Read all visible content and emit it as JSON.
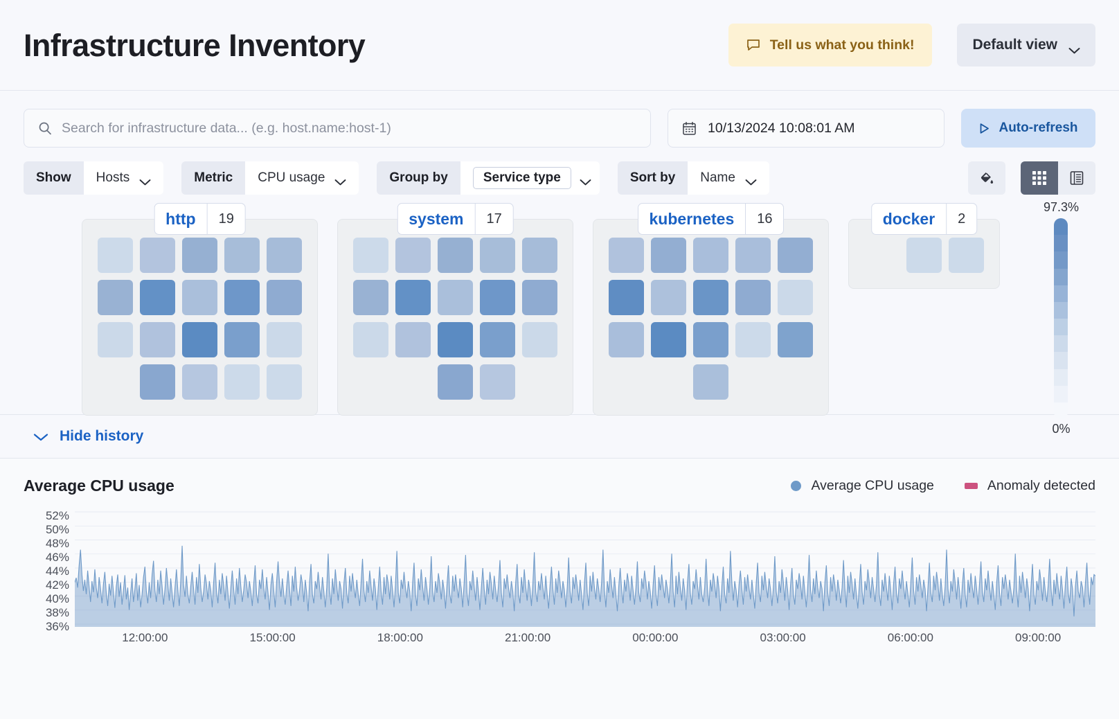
{
  "header": {
    "title": "Infrastructure Inventory",
    "feedback_label": "Tell us what you think!",
    "feedback_icon": "chat-bubble-icon",
    "view_label": "Default view",
    "view_chevron_icon": "chevron-down-icon"
  },
  "search": {
    "icon": "search-icon",
    "placeholder": "Search for infrastructure data... (e.g. host.name:host-1)",
    "value": ""
  },
  "date_picker": {
    "icon": "calendar-icon",
    "value": "10/13/2024 10:08:01 AM"
  },
  "auto_refresh": {
    "label": "Auto-refresh",
    "icon": "play-icon"
  },
  "filters": [
    {
      "label": "Show",
      "value": "Hosts",
      "active": false,
      "icon": "chevron-down-icon"
    },
    {
      "label": "Metric",
      "value": "CPU usage",
      "active": false,
      "icon": "chevron-down-icon"
    },
    {
      "label": "Group by",
      "value": "Service type",
      "active": true,
      "icon": "chevron-down-icon"
    },
    {
      "label": "Sort by",
      "value": "Name",
      "active": false,
      "icon": "chevron-down-icon"
    }
  ],
  "view_controls": {
    "palette_icon": "paint-bucket-icon",
    "grid_icon": "grid-view-icon",
    "table_icon": "table-view-icon",
    "active_view": "grid"
  },
  "legend_scale": {
    "max": "97.3%",
    "min": "0%",
    "colors": [
      "#5e8ac0",
      "#6990c3",
      "#7499c8",
      "#84a5ce",
      "#97b3d7",
      "#aac1de",
      "#bccfe5",
      "#ccdaeb",
      "#d9e3f0",
      "#e5ecf5",
      "#eef2f9",
      "#f6f8fc"
    ]
  },
  "groups": [
    {
      "name": "http",
      "count": "19",
      "rows": [
        {
          "offset": 0,
          "colors": [
            "#ccdaea",
            "#b3c4de",
            "#96b0d2",
            "#a7bdd9",
            "#a6bcd9"
          ]
        },
        {
          "offset": 0,
          "colors": [
            "#99b2d3",
            "#6391c6",
            "#aabfdb",
            "#6e97c9",
            "#8fabd1"
          ]
        },
        {
          "offset": 0,
          "colors": [
            "#cbd9e9",
            "#b0c2dd",
            "#5b8bc2",
            "#7a9fcc",
            "#cbd9e9"
          ]
        },
        {
          "offset": 1,
          "colors": [
            "#89a7cf",
            "#b6c7e0",
            "#ccdaea",
            "#ccdaea"
          ]
        }
      ]
    },
    {
      "name": "system",
      "count": "17",
      "rows": [
        {
          "offset": 0,
          "colors": [
            "#ccdaea",
            "#b3c4de",
            "#96b0d2",
            "#a7bdd9",
            "#a6bcd9"
          ]
        },
        {
          "offset": 0,
          "colors": [
            "#99b2d3",
            "#6391c6",
            "#aabfdb",
            "#6e97c9",
            "#8fabd1"
          ]
        },
        {
          "offset": 0,
          "colors": [
            "#cbd9e9",
            "#b0c2dd",
            "#5b8bc2",
            "#7a9fcc",
            "#cbd9e9"
          ]
        },
        {
          "offset": 2,
          "colors": [
            "#89a7cf",
            "#b6c7e0"
          ]
        }
      ]
    },
    {
      "name": "kubernetes",
      "count": "16",
      "rows": [
        {
          "offset": 0,
          "colors": [
            "#b0c2dd",
            "#93aed2",
            "#a9bedb",
            "#a9bedb",
            "#93aed2"
          ]
        },
        {
          "offset": 0,
          "colors": [
            "#5f8dc3",
            "#adc1dc",
            "#6a95c7",
            "#8fabd1",
            "#cbd9e9"
          ]
        },
        {
          "offset": 0,
          "colors": [
            "#a9bedb",
            "#5b8bc2",
            "#7a9fcc",
            "#ccdaea",
            "#7fa3cd"
          ]
        },
        {
          "offset": 2,
          "colors": [
            "#aabfdb"
          ]
        }
      ]
    },
    {
      "name": "docker",
      "count": "2",
      "rows": [
        {
          "offset": 1,
          "colors": [
            "#ccdaea",
            "#ccdaea"
          ]
        }
      ]
    }
  ],
  "history_toggle": {
    "label": "Hide history",
    "icon": "chevron-down-icon"
  },
  "chart_data": {
    "type": "area",
    "title": "Average CPU usage",
    "xlabel": "",
    "ylabel": "",
    "grid": true,
    "legend_position": "top-right",
    "legend": [
      {
        "name": "Average CPU usage",
        "color": "#6f9ac8",
        "marker": "dot"
      },
      {
        "name": "Anomaly detected",
        "color": "#cc527f",
        "marker": "square"
      }
    ],
    "ytick_labels": [
      "52%",
      "50%",
      "48%",
      "46%",
      "44%",
      "42%",
      "40%",
      "38%",
      "36%"
    ],
    "ylim": [
      35,
      53
    ],
    "xtick_labels": [
      "12:00:00",
      "15:00:00",
      "18:00:00",
      "21:00:00",
      "00:00:00",
      "03:00:00",
      "06:00:00",
      "09:00:00"
    ],
    "series": [
      {
        "name": "Average CPU usage",
        "color": "#6f9ac8",
        "values": [
          41.8,
          42.5,
          41.0,
          44.3,
          46.8,
          43.0,
          40.5,
          42.2,
          40.0,
          43.6,
          41.2,
          38.8,
          42.0,
          40.3,
          43.8,
          41.0,
          39.4,
          42.6,
          40.8,
          38.6,
          41.5,
          43.4,
          40.2,
          38.2,
          41.6,
          39.8,
          42.8,
          40.4,
          37.9,
          41.2,
          43.0,
          39.6,
          41.8,
          38.4,
          40.6,
          42.9,
          39.2,
          41.0,
          37.6,
          40.2,
          42.4,
          38.8,
          40.8,
          43.2,
          39.0,
          41.4,
          38.0,
          40.0,
          42.6,
          44.2,
          40.4,
          38.6,
          41.8,
          39.4,
          43.0,
          45.1,
          40.6,
          38.8,
          42.2,
          40.0,
          43.6,
          41.2,
          38.4,
          40.8,
          44.0,
          41.6,
          39.0,
          42.4,
          40.2,
          38.0,
          41.0,
          43.8,
          40.6,
          38.2,
          42.0,
          47.4,
          41.4,
          39.6,
          42.8,
          40.0,
          38.6,
          41.2,
          43.4,
          40.8,
          38.4,
          42.6,
          40.2,
          44.6,
          41.0,
          38.8,
          40.4,
          43.0,
          41.6,
          39.2,
          42.0,
          40.6,
          38.0,
          41.8,
          44.8,
          40.4,
          38.6,
          42.2,
          40.0,
          43.2,
          41.4,
          39.0,
          42.8,
          40.2,
          37.8,
          41.0,
          43.6,
          40.8,
          38.4,
          42.4,
          40.0,
          44.0,
          41.2,
          38.8,
          40.6,
          43.0,
          41.8,
          39.4,
          42.0,
          40.4,
          38.2,
          41.6,
          44.4,
          40.0,
          38.6,
          42.2,
          40.8,
          43.8,
          41.0,
          39.2,
          42.6,
          40.2,
          37.6,
          41.4,
          43.2,
          40.6,
          38.0,
          42.0,
          45.0,
          41.8,
          39.6,
          42.4,
          40.0,
          38.4,
          41.2,
          43.6,
          40.8,
          38.2,
          42.8,
          40.4,
          44.2,
          41.0,
          39.0,
          40.6,
          43.0,
          41.6,
          38.8,
          42.2,
          40.2,
          37.4,
          41.8,
          44.6,
          40.0,
          38.6,
          42.0,
          40.8,
          43.4,
          41.2,
          39.2,
          42.6,
          40.4,
          38.0,
          41.0,
          46.2,
          40.6,
          38.4,
          42.4,
          40.0,
          43.8,
          41.4,
          39.0,
          42.0,
          40.8,
          37.8,
          41.6,
          44.0,
          40.2,
          38.6,
          42.8,
          40.4,
          43.2,
          41.0,
          39.4,
          42.2,
          40.0,
          38.2,
          41.8,
          45.4,
          40.6,
          38.8,
          42.0,
          40.2,
          43.6,
          41.2,
          39.0,
          42.4,
          40.8,
          37.6,
          41.0,
          44.2,
          40.4,
          38.4,
          42.6,
          40.0,
          43.0,
          41.6,
          39.2,
          42.8,
          40.6,
          38.0,
          41.4,
          46.6,
          40.2,
          38.6,
          42.2,
          40.8,
          43.4,
          41.0,
          39.4,
          42.0,
          40.4,
          37.4,
          41.8,
          44.8,
          40.0,
          38.2,
          42.4,
          40.6,
          43.8,
          41.2,
          39.0,
          42.6,
          40.8,
          38.4,
          41.0,
          45.8,
          40.4,
          38.8,
          42.0,
          40.2,
          43.2,
          41.6,
          39.2,
          42.2,
          40.6,
          37.8,
          41.4,
          44.4,
          40.0,
          38.6,
          42.8,
          40.4,
          43.0,
          41.0,
          39.4,
          42.4,
          40.8,
          38.0,
          41.8,
          46.0,
          40.2,
          38.2,
          42.0,
          40.6,
          43.6,
          41.2,
          39.0,
          42.6,
          40.4,
          37.6,
          41.0,
          44.0,
          40.8,
          38.4,
          42.2,
          40.0,
          43.4,
          41.6,
          39.2,
          42.8,
          40.6,
          38.8,
          41.4,
          45.2,
          40.2,
          38.0,
          42.4,
          40.8,
          43.0,
          41.0,
          39.4,
          42.0,
          40.4,
          37.4,
          41.8,
          44.6,
          40.0,
          38.6,
          42.6,
          40.2,
          43.8,
          41.2,
          39.0,
          42.2,
          40.8,
          38.2,
          41.6,
          46.4,
          40.4,
          38.8,
          42.0,
          40.6,
          43.2,
          41.0,
          39.2,
          42.8,
          40.0,
          37.8,
          41.4,
          44.2,
          40.8,
          38.4,
          42.4,
          40.2,
          43.6,
          41.8,
          39.4,
          42.0,
          40.6,
          38.0,
          41.0,
          45.6,
          40.4,
          38.6,
          42.6,
          40.8,
          43.0,
          41.2,
          39.0,
          42.2,
          40.0,
          37.6,
          41.6,
          44.8,
          40.2,
          38.2,
          42.8,
          40.4,
          43.4,
          41.0,
          39.2,
          42.4,
          40.8,
          38.8,
          41.8,
          46.8,
          40.6,
          38.0,
          42.0,
          40.2,
          43.8,
          41.4,
          39.4,
          42.6,
          40.0,
          37.4,
          41.2,
          44.0,
          40.8,
          38.6,
          42.2,
          40.4,
          43.2,
          41.6,
          39.0,
          42.8,
          40.6,
          38.4,
          41.0,
          45.0,
          40.2,
          38.8,
          42.4,
          40.8,
          43.6,
          41.8,
          39.2,
          42.0,
          40.4,
          37.8,
          41.4,
          44.4,
          40.0,
          38.2,
          42.6,
          40.6,
          43.0,
          41.2,
          39.4,
          42.2,
          40.8,
          38.6,
          41.6,
          46.2,
          40.4,
          38.0,
          42.8,
          40.0,
          43.4,
          41.0,
          39.0,
          42.4,
          40.6,
          37.6,
          41.8,
          44.6,
          40.2,
          38.4,
          42.0,
          40.8,
          43.8,
          41.4,
          39.2,
          42.6,
          40.0,
          38.8,
          41.0,
          45.4,
          40.6,
          38.2,
          42.2,
          40.4,
          43.2,
          41.6,
          39.4,
          42.8,
          40.8,
          37.4,
          41.2,
          44.2,
          40.0,
          38.6,
          42.4,
          40.2,
          46.6,
          41.8,
          39.0,
          42.0,
          40.6,
          38.0,
          41.4,
          43.6,
          40.8,
          38.4,
          42.6,
          40.4,
          43.0,
          41.0,
          39.2,
          42.2,
          40.0,
          37.8,
          41.6,
          44.8,
          40.2,
          38.8,
          42.8,
          40.6,
          43.4,
          41.2,
          39.4,
          42.4,
          40.8,
          38.2,
          41.0,
          45.8,
          40.4,
          38.6,
          42.0,
          40.2,
          43.8,
          41.8,
          39.0,
          42.6,
          40.6,
          37.6,
          41.4,
          44.0,
          40.0,
          38.4,
          42.2,
          40.8,
          43.2,
          41.6,
          39.2,
          42.8,
          40.4,
          38.0,
          41.2,
          46.0,
          40.6,
          38.8,
          42.4,
          40.0,
          43.6,
          41.0,
          39.4,
          42.0,
          40.8,
          37.4,
          41.8,
          44.4,
          40.2,
          38.2,
          42.6,
          40.4,
          43.0,
          41.4,
          39.0,
          42.2,
          40.6,
          38.6,
          41.0,
          45.2,
          40.8,
          38.0,
          42.8,
          40.2,
          43.4,
          41.6,
          39.2,
          42.4,
          40.0,
          37.8,
          41.2,
          44.6,
          40.4,
          38.4,
          42.0,
          40.6,
          43.8,
          41.8,
          39.4,
          42.6,
          40.8,
          38.8,
          41.4,
          46.4,
          40.0,
          38.2,
          42.2,
          40.4,
          43.2,
          41.0,
          39.0,
          42.8,
          40.6,
          37.6,
          41.6,
          44.2,
          40.2,
          38.6,
          42.4,
          40.8,
          43.6,
          41.2,
          39.2,
          42.0,
          40.0,
          38.0,
          41.8,
          45.6,
          40.6,
          38.4,
          42.6,
          40.4,
          43.0,
          41.4,
          39.4,
          42.2,
          40.8,
          37.4,
          41.0,
          44.8,
          40.2,
          38.8,
          42.8,
          40.6,
          43.4,
          41.6,
          39.0,
          42.4,
          40.0,
          38.2,
          41.2,
          46.8,
          40.8,
          38.6,
          42.0,
          40.4,
          43.8,
          41.8,
          39.2,
          42.6,
          40.6,
          37.8,
          41.4,
          44.0,
          40.0,
          38.0,
          42.2,
          40.2,
          43.2,
          41.0,
          39.4,
          42.8,
          40.8,
          38.4,
          41.6,
          45.0,
          40.4,
          38.8,
          42.4,
          40.6,
          43.6,
          41.2,
          39.0,
          42.0,
          40.0,
          37.6,
          41.8,
          44.4,
          40.2,
          38.2,
          42.6,
          40.8,
          43.0,
          41.4,
          39.2,
          42.2,
          40.4,
          38.6,
          41.0,
          46.2,
          40.6,
          38.0,
          42.8,
          40.2,
          43.4,
          41.6,
          39.4,
          42.4,
          40.8,
          37.4,
          41.2,
          44.6,
          40.0,
          38.4,
          42.0,
          40.6,
          43.8,
          41.8,
          39.0,
          42.6,
          40.4,
          38.8,
          41.4,
          45.4,
          40.8,
          38.2,
          42.2,
          40.0,
          43.2,
          41.0,
          39.2,
          42.8,
          40.6,
          37.8,
          41.6,
          44.2,
          40.2,
          38.6,
          42.4,
          40.8,
          36.6,
          41.2,
          43.6,
          40.4,
          39.4,
          42.0,
          41.0,
          38.0,
          41.8,
          44.8,
          40.6,
          38.4,
          42.6,
          41.4,
          43.0,
          42.8
        ]
      }
    ],
    "anomalies": []
  }
}
